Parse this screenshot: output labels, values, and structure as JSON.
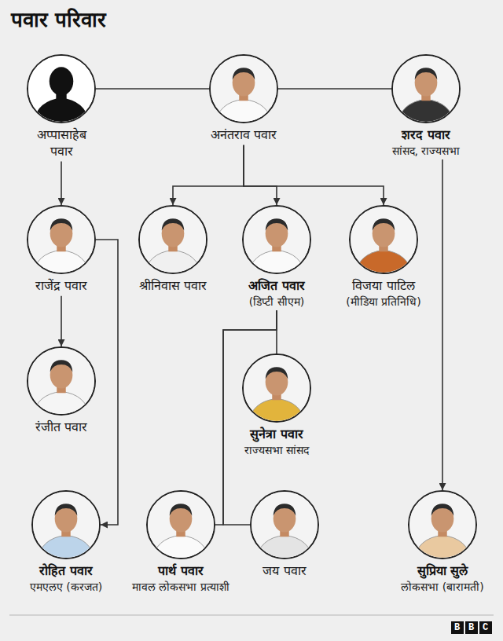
{
  "diagram": {
    "title": "पवार परिवार",
    "nodes": [
      {
        "text": [
          "अप्पासाहेब पवार"
        ]
      },
      {
        "text": [
          "अनंतराव पवार"
        ]
      },
      {
        "text": [
          "शरद पवार",
          "सांसद, राज्यसभा"
        ]
      },
      {
        "text": [
          "राजेंद्र पवार"
        ]
      },
      {
        "text": [
          "श्रीनिवास पवार"
        ]
      },
      {
        "text": [
          "अजित पवार",
          "(डिप्टी सीएम)"
        ]
      },
      {
        "text": [
          "विजया पाटिल",
          "(मीडिया प्रतिनिधि)"
        ]
      },
      {
        "text": [
          "रंजीत पवार"
        ]
      },
      {
        "text": [
          "सुनेत्रा पवार",
          "राज्यसभा सांसद"
        ]
      },
      {
        "text": [
          "रोहित पवार",
          "एमएलए (करजत)"
        ]
      },
      {
        "text": [
          "पार्थ पवार",
          "मावल लोकसभा प्रत्याशी"
        ]
      },
      {
        "text": [
          "जय पवार"
        ]
      },
      {
        "text": [
          "सुप्रिया सुले",
          "लोकसभा (बारामती)"
        ]
      }
    ],
    "edges": [
      {
        "from": 0,
        "to": 1,
        "arrow": "none"
      },
      {
        "from": 1,
        "to": 2,
        "arrow": "none"
      },
      {
        "from": 0,
        "to": 3,
        "arrow": "to"
      },
      {
        "from": 1,
        "to": 4,
        "arrow": "to"
      },
      {
        "from": 1,
        "to": 5,
        "arrow": "to"
      },
      {
        "from": 1,
        "to": 6,
        "arrow": "to"
      },
      {
        "from": 2,
        "to": 12,
        "arrow": "to"
      },
      {
        "from": 3,
        "to": 7,
        "arrow": "to"
      },
      {
        "from": 3,
        "to": 9,
        "arrow": "to"
      },
      {
        "from": 5,
        "to": 8,
        "arrow": "none"
      },
      {
        "from": 5,
        "to": 10,
        "arrow": "none"
      },
      {
        "from": 5,
        "to": 11,
        "arrow": "none"
      }
    ],
    "labels": [
      "BBC"
    ]
  }
}
